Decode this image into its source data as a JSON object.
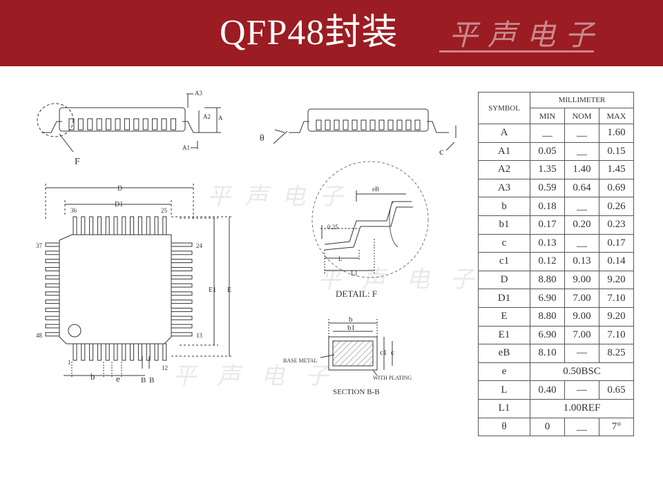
{
  "header": {
    "title": "QFP48封装",
    "watermark": "平声电子",
    "bg_color": "#9b1c22"
  },
  "drawing": {
    "side_labels": {
      "A3": "A3",
      "A2": "A2",
      "A": "A",
      "A1": "A1",
      "F": "F",
      "theta": "θ",
      "c": "c"
    },
    "top_labels": {
      "D": "D",
      "D1": "D1",
      "E": "E",
      "E1": "E1",
      "pin36": "36",
      "pin25": "25",
      "pin37": "37",
      "pin24": "24",
      "pin48": "48",
      "pin13": "13",
      "pin1": "1",
      "pin12": "12",
      "b": "b",
      "e": "e",
      "B1": "B",
      "B2": "B"
    },
    "detail": {
      "eB": "eB",
      "d025": "0.25",
      "L": "L",
      "L1": "L1",
      "caption": "DETAIL:  F"
    },
    "section": {
      "b": "b",
      "b1": "b1",
      "c1": "c1",
      "c": "c",
      "base_metal": "BASE METAL",
      "plating": "WITH PLATING",
      "caption": "SECTION B-B"
    },
    "watermark": "平声电子"
  },
  "table": {
    "header_symbol": "SYMBOL",
    "header_unit": "MILLIMETER",
    "header_min": "MIN",
    "header_nom": "NOM",
    "header_max": "MAX",
    "rows": [
      {
        "symbol": "A",
        "min": "__",
        "nom": "__",
        "max": "1.60"
      },
      {
        "symbol": "A1",
        "min": "0.05",
        "nom": "__",
        "max": "0.15"
      },
      {
        "symbol": "A2",
        "min": "1.35",
        "nom": "1.40",
        "max": "1.45"
      },
      {
        "symbol": "A3",
        "min": "0.59",
        "nom": "0.64",
        "max": "0.69"
      },
      {
        "symbol": "b",
        "min": "0.18",
        "nom": "__",
        "max": "0.26"
      },
      {
        "symbol": "b1",
        "min": "0.17",
        "nom": "0.20",
        "max": "0.23"
      },
      {
        "symbol": "c",
        "min": "0.13",
        "nom": "__",
        "max": "0.17"
      },
      {
        "symbol": "c1",
        "min": "0.12",
        "nom": "0.13",
        "max": "0.14"
      },
      {
        "symbol": "D",
        "min": "8.80",
        "nom": "9.00",
        "max": "9.20"
      },
      {
        "symbol": "D1",
        "min": "6.90",
        "nom": "7.00",
        "max": "7.10"
      },
      {
        "symbol": "E",
        "min": "8.80",
        "nom": "9.00",
        "max": "9.20"
      },
      {
        "symbol": "E1",
        "min": "6.90",
        "nom": "7.00",
        "max": "7.10"
      },
      {
        "symbol": "eB",
        "min": "8.10",
        "nom": "—",
        "max": "8.25"
      }
    ],
    "row_e": {
      "symbol": "e",
      "value": "0.50BSC"
    },
    "row_L": {
      "symbol": "L",
      "min": "0.40",
      "nom": "—",
      "max": "0.65"
    },
    "row_L1": {
      "symbol": "L1",
      "value": "1.00REF"
    },
    "row_theta": {
      "symbol": "θ",
      "min": "0",
      "nom": "__",
      "max": "7°"
    }
  }
}
